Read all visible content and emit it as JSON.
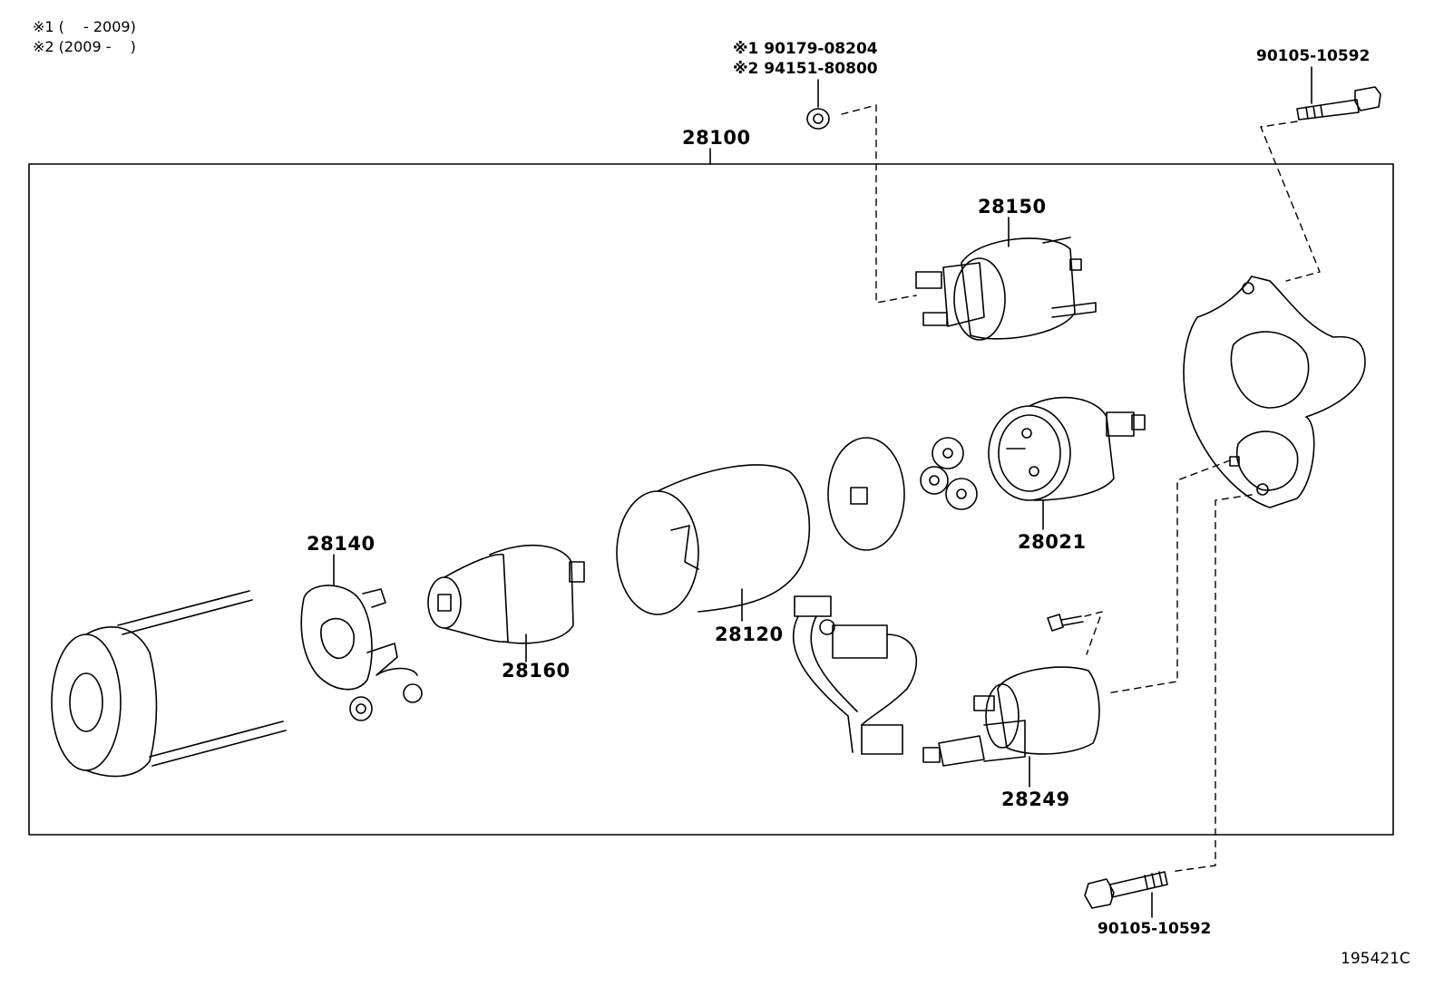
{
  "notes": [
    "※1 (　 - 2009)",
    "※2 (2009 - 　)"
  ],
  "callouts": {
    "nut_1": "※1  90179-08204",
    "nut_2": "※2  94151-80800",
    "bolt_top": "90105-10592",
    "bolt_bottom": "90105-10592"
  },
  "parts": {
    "assembly": "28100",
    "solenoid_switch": "28150",
    "clutch_sub_assy": "28021",
    "brush_holder": "28140",
    "armature": "28160",
    "yoke": "28120",
    "lead_wire": "28249"
  },
  "diagram_code": "195421C"
}
